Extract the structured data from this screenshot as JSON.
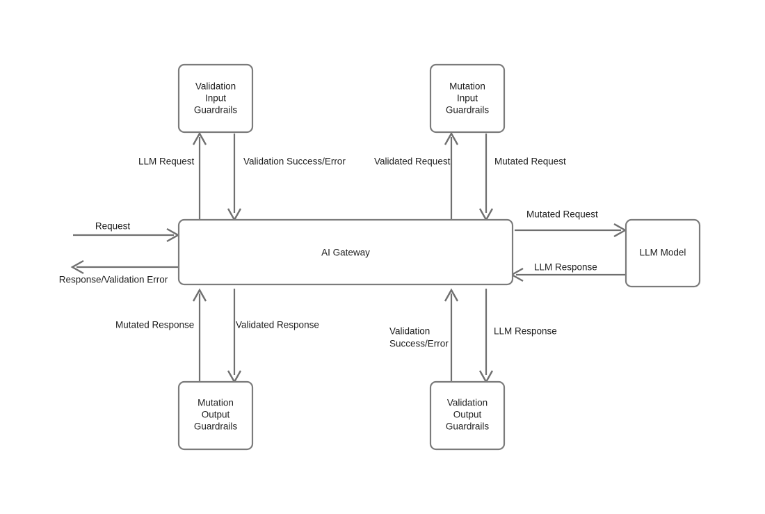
{
  "diagram": {
    "type": "flow-diagram",
    "background_color": "#ffffff",
    "node_stroke_color": "#7b7b7b",
    "edge_color": "#6f6f6f",
    "text_color": "#1d1d1d",
    "nodes": [
      {
        "id": "validation-input-guardrails",
        "lines": [
          "Validation",
          "Input",
          "Guardrails"
        ],
        "line1": "Validation",
        "line2": "Input",
        "line3": "Guardrails"
      },
      {
        "id": "mutation-input-guardrails",
        "lines": [
          "Mutation",
          "Input",
          "Guardrails"
        ],
        "line1": "Mutation",
        "line2": "Input",
        "line3": "Guardrails"
      },
      {
        "id": "ai-gateway",
        "lines": [
          "AI Gateway"
        ],
        "line1": "AI Gateway"
      },
      {
        "id": "llm-model",
        "lines": [
          "LLM Model"
        ],
        "line1": "LLM Model"
      },
      {
        "id": "mutation-output-guardrails",
        "lines": [
          "Mutation",
          "Output",
          "Guardrails"
        ],
        "line1": "Mutation",
        "line2": "Output",
        "line3": "Guardrails"
      },
      {
        "id": "validation-output-guardrails",
        "lines": [
          "Validation",
          "Output",
          "Guardrails"
        ],
        "line1": "Validation",
        "line2": "Output",
        "line3": "Guardrails"
      }
    ],
    "edges": [
      {
        "id": "request",
        "label": "Request",
        "from": "external",
        "to": "ai-gateway"
      },
      {
        "id": "response-validation-error",
        "label": "Response/Validation Error",
        "from": "ai-gateway",
        "to": "external"
      },
      {
        "id": "llm-request",
        "label": "LLM Request",
        "from": "ai-gateway",
        "to": "validation-input-guardrails"
      },
      {
        "id": "validation-success-error-in",
        "label": "Validation Success/Error",
        "from": "validation-input-guardrails",
        "to": "ai-gateway"
      },
      {
        "id": "validated-request",
        "label": "Validated Request",
        "from": "ai-gateway",
        "to": "mutation-input-guardrails"
      },
      {
        "id": "mutated-request-in",
        "label": "Mutated Request",
        "from": "mutation-input-guardrails",
        "to": "ai-gateway"
      },
      {
        "id": "mutated-request-out",
        "label": "Mutated  Request",
        "from": "ai-gateway",
        "to": "llm-model"
      },
      {
        "id": "llm-response-model",
        "label": "LLM Response",
        "from": "llm-model",
        "to": "ai-gateway"
      },
      {
        "id": "mutated-response",
        "label": "Mutated Response",
        "from": "mutation-output-guardrails",
        "to": "ai-gateway"
      },
      {
        "id": "validated-response",
        "label": "Validated Response",
        "from": "ai-gateway",
        "to": "mutation-output-guardrails"
      },
      {
        "id": "validation-success-error-out-line1",
        "label": "Validation",
        "from": "validation-output-guardrails",
        "to": "ai-gateway"
      },
      {
        "id": "validation-success-error-out-line2",
        "label": "Success/Error",
        "from": "validation-output-guardrails",
        "to": "ai-gateway"
      },
      {
        "id": "llm-response-out",
        "label": "LLM Response",
        "from": "ai-gateway",
        "to": "validation-output-guardrails"
      }
    ]
  }
}
